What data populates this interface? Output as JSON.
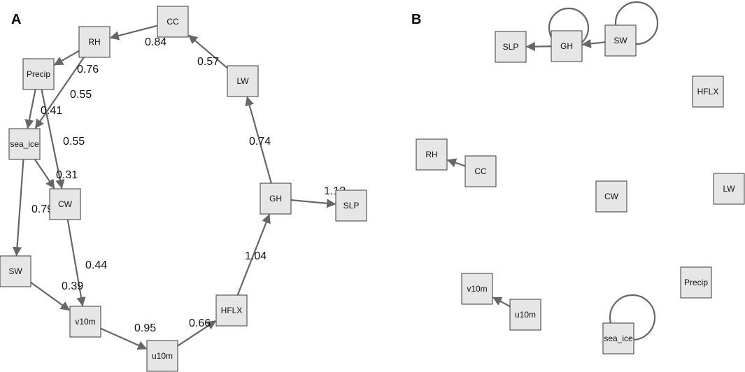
{
  "panels": [
    {
      "label": "A",
      "nodes": [
        {
          "id": "CC",
          "label": "CC"
        },
        {
          "id": "RH",
          "label": "RH"
        },
        {
          "id": "Precip",
          "label": "Precip"
        },
        {
          "id": "sea_ice",
          "label": "sea_ice"
        },
        {
          "id": "CW",
          "label": "CW"
        },
        {
          "id": "SW",
          "label": "SW"
        },
        {
          "id": "v10m",
          "label": "v10m"
        },
        {
          "id": "u10m",
          "label": "u10m"
        },
        {
          "id": "HFLX",
          "label": "HFLX"
        },
        {
          "id": "GH",
          "label": "GH"
        },
        {
          "id": "SLP",
          "label": "SLP"
        },
        {
          "id": "LW",
          "label": "LW"
        }
      ],
      "edges": [
        {
          "from": "CC",
          "to": "RH",
          "weight": "0.84"
        },
        {
          "from": "RH",
          "to": "Precip",
          "weight": "0.76"
        },
        {
          "from": "RH",
          "to": "sea_ice",
          "weight": "0.55"
        },
        {
          "from": "Precip",
          "to": "sea_ice",
          "weight": "0.41"
        },
        {
          "from": "Precip",
          "to": "CW",
          "weight": "0.55"
        },
        {
          "from": "sea_ice",
          "to": "CW",
          "weight": "0.31"
        },
        {
          "from": "sea_ice",
          "to": "SW",
          "weight": "0.79"
        },
        {
          "from": "CW",
          "to": "v10m",
          "weight": "0.44"
        },
        {
          "from": "SW",
          "to": "v10m",
          "weight": "0.39"
        },
        {
          "from": "v10m",
          "to": "u10m",
          "weight": "0.95"
        },
        {
          "from": "u10m",
          "to": "HFLX",
          "weight": "0.66"
        },
        {
          "from": "HFLX",
          "to": "GH",
          "weight": "1.04"
        },
        {
          "from": "GH",
          "to": "SLP",
          "weight": "1.12"
        },
        {
          "from": "GH",
          "to": "LW",
          "weight": "0.74"
        },
        {
          "from": "LW",
          "to": "CC",
          "weight": "0.57"
        }
      ]
    },
    {
      "label": "B",
      "nodes": [
        {
          "id": "SLP",
          "label": "SLP"
        },
        {
          "id": "GH",
          "label": "GH"
        },
        {
          "id": "SW",
          "label": "SW"
        },
        {
          "id": "HFLX",
          "label": "HFLX"
        },
        {
          "id": "RH",
          "label": "RH"
        },
        {
          "id": "CC",
          "label": "CC"
        },
        {
          "id": "CW",
          "label": "CW"
        },
        {
          "id": "LW",
          "label": "LW"
        },
        {
          "id": "Precip",
          "label": "Precip"
        },
        {
          "id": "v10m",
          "label": "v10m"
        },
        {
          "id": "u10m",
          "label": "u10m"
        },
        {
          "id": "sea_ice",
          "label": "sea_ice"
        }
      ],
      "edges": [
        {
          "from": "GH",
          "to": "SLP",
          "weight": ""
        },
        {
          "from": "SW",
          "to": "GH",
          "weight": ""
        },
        {
          "from": "GH",
          "to": "GH",
          "weight": ""
        },
        {
          "from": "SW",
          "to": "SW",
          "weight": ""
        },
        {
          "from": "CC",
          "to": "RH",
          "weight": ""
        },
        {
          "from": "u10m",
          "to": "v10m",
          "weight": ""
        },
        {
          "from": "sea_ice",
          "to": "sea_ice",
          "weight": ""
        }
      ]
    }
  ]
}
